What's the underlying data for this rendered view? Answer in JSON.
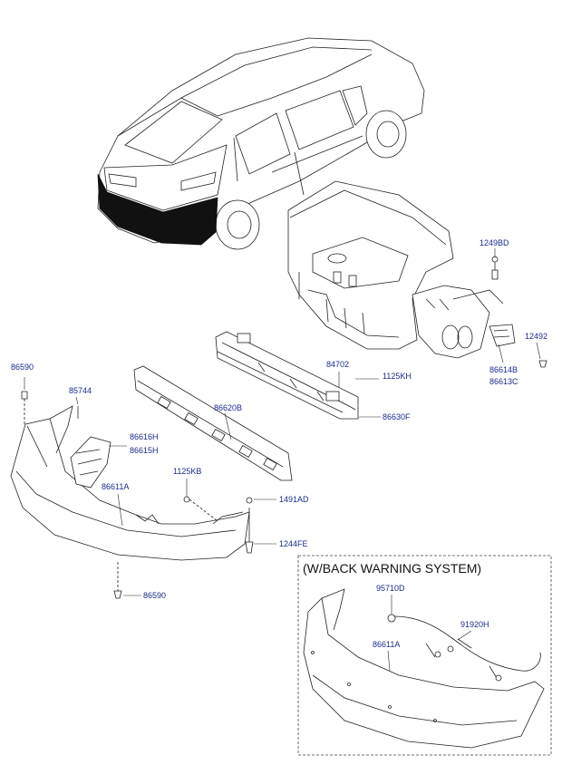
{
  "inset": {
    "title": "(W/BACK WARNING SYSTEM)"
  },
  "labels": {
    "p1249BD": "1249BD",
    "p12492": "12492",
    "p86614B": "86614B",
    "p86613C": "86613C",
    "p84702": "84702",
    "p1125KH": "1125KH",
    "p86630F": "86630F",
    "p86620B": "86620B",
    "p86590_top": "86590",
    "p85744": "85744",
    "p86616H": "86616H",
    "p86615H": "86615H",
    "p86611A": "86611A",
    "p1125KB": "1125KB",
    "p1491AD": "1491AD",
    "p1244FE": "1244FE",
    "p86590_bot": "86590",
    "p95710D": "95710D",
    "p91920H": "91920H",
    "p86611A_inset": "86611A"
  },
  "colors": {
    "label": "#1a2a8c",
    "line": "#222222",
    "bumper_highlight": "#111111"
  }
}
